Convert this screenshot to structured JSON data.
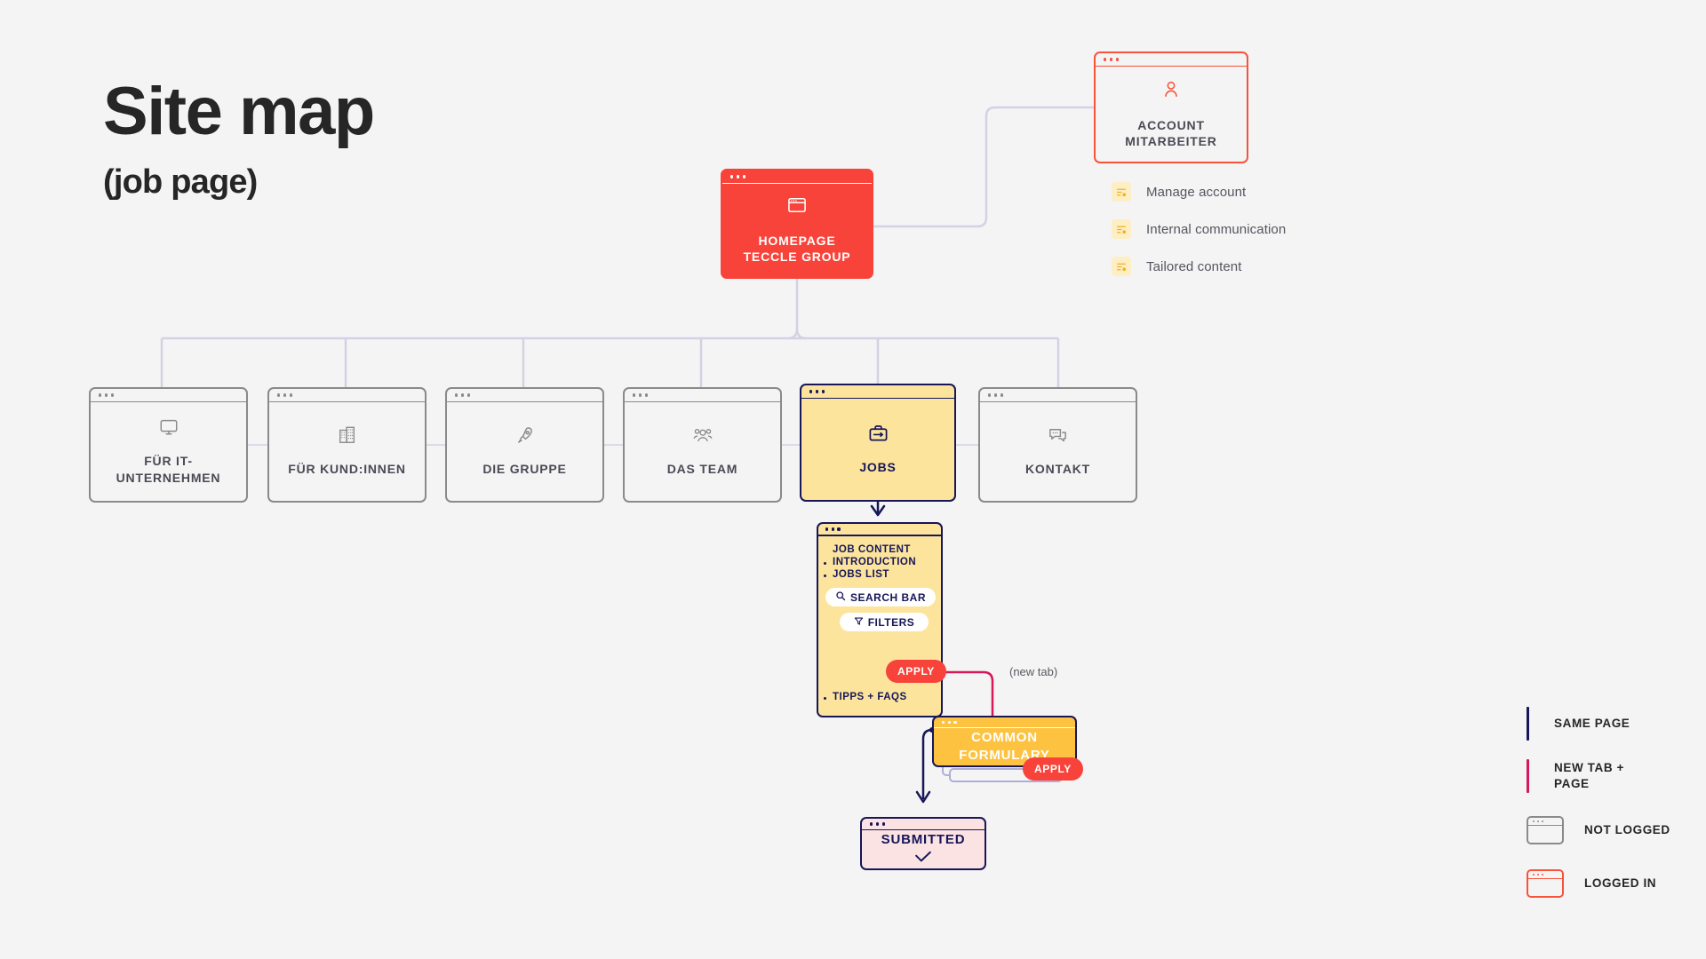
{
  "title": {
    "main": "Site map",
    "sub": "(job page)"
  },
  "account_node": {
    "label": "ACCOUNT\nMITARBEITER",
    "label_line1": "ACCOUNT",
    "label_line2": "MITARBEITER",
    "icon": "user-icon",
    "state": "logged-in",
    "border_color": "#f8533a"
  },
  "account_features": [
    {
      "label": "Manage account",
      "icon": "settings-list-icon"
    },
    {
      "label": "Internal communication",
      "icon": "settings-list-icon"
    },
    {
      "label": "Tailored content",
      "icon": "settings-list-icon"
    }
  ],
  "homepage_node": {
    "label_line1": "HOMEPAGE",
    "label_line2": "TECCLE GROUP",
    "icon": "browser-window-icon",
    "fill_color": "#f8433a"
  },
  "sections": [
    {
      "id": "it",
      "label_line1": "FÜR IT-",
      "label_line2": "UNTERNEHMEN",
      "icon": "monitor-icon",
      "state": "not-logged"
    },
    {
      "id": "kunden",
      "label_line1": "FÜR KUND:INNEN",
      "label_line2": "",
      "icon": "buildings-icon",
      "state": "not-logged"
    },
    {
      "id": "gruppe",
      "label_line1": "DIE GRUPPE",
      "label_line2": "",
      "icon": "rocket-icon",
      "state": "not-logged"
    },
    {
      "id": "team",
      "label_line1": "DAS TEAM",
      "label_line2": "",
      "icon": "people-icon",
      "state": "not-logged"
    },
    {
      "id": "jobs",
      "label_line1": "JOBS",
      "label_line2": "",
      "icon": "briefcase-icon",
      "state": "highlighted"
    },
    {
      "id": "kontakt",
      "label_line1": "KONTAKT",
      "label_line2": "",
      "icon": "chat-bubbles-icon",
      "state": "not-logged"
    }
  ],
  "job_content": {
    "heading": "JOB CONTENT",
    "bullets": [
      "INTRODUCTION",
      "JOBS LIST"
    ],
    "search_pill": {
      "label": "SEARCH BAR",
      "icon": "search-icon"
    },
    "filters_pill": {
      "label": "FILTERS",
      "icon": "funnel-icon"
    },
    "apply_label": "APPLY",
    "footer_bullet": "TIPPS + FAQS"
  },
  "formulary": {
    "label_line1": "COMMON",
    "label_line2": "FORMULARY",
    "apply_label": "APPLY",
    "fill_color": "#fdc340"
  },
  "submitted": {
    "label": "SUBMITTED",
    "icon": "check-icon",
    "fill_color": "#fce3e3"
  },
  "annotations": {
    "new_tab": "(new tab)"
  },
  "legend": [
    {
      "label_line1": "SAME PAGE",
      "label_line2": "",
      "type": "line",
      "color": "#161659"
    },
    {
      "label_line1": "NEW TAB +",
      "label_line2": "PAGE",
      "type": "line",
      "color": "#d6185c"
    },
    {
      "label_line1": "NOT LOGGED",
      "label_line2": "",
      "type": "window",
      "color": "#8a8a8a"
    },
    {
      "label_line1": "LOGGED IN",
      "label_line2": "",
      "type": "window",
      "color": "#f8533a"
    }
  ]
}
